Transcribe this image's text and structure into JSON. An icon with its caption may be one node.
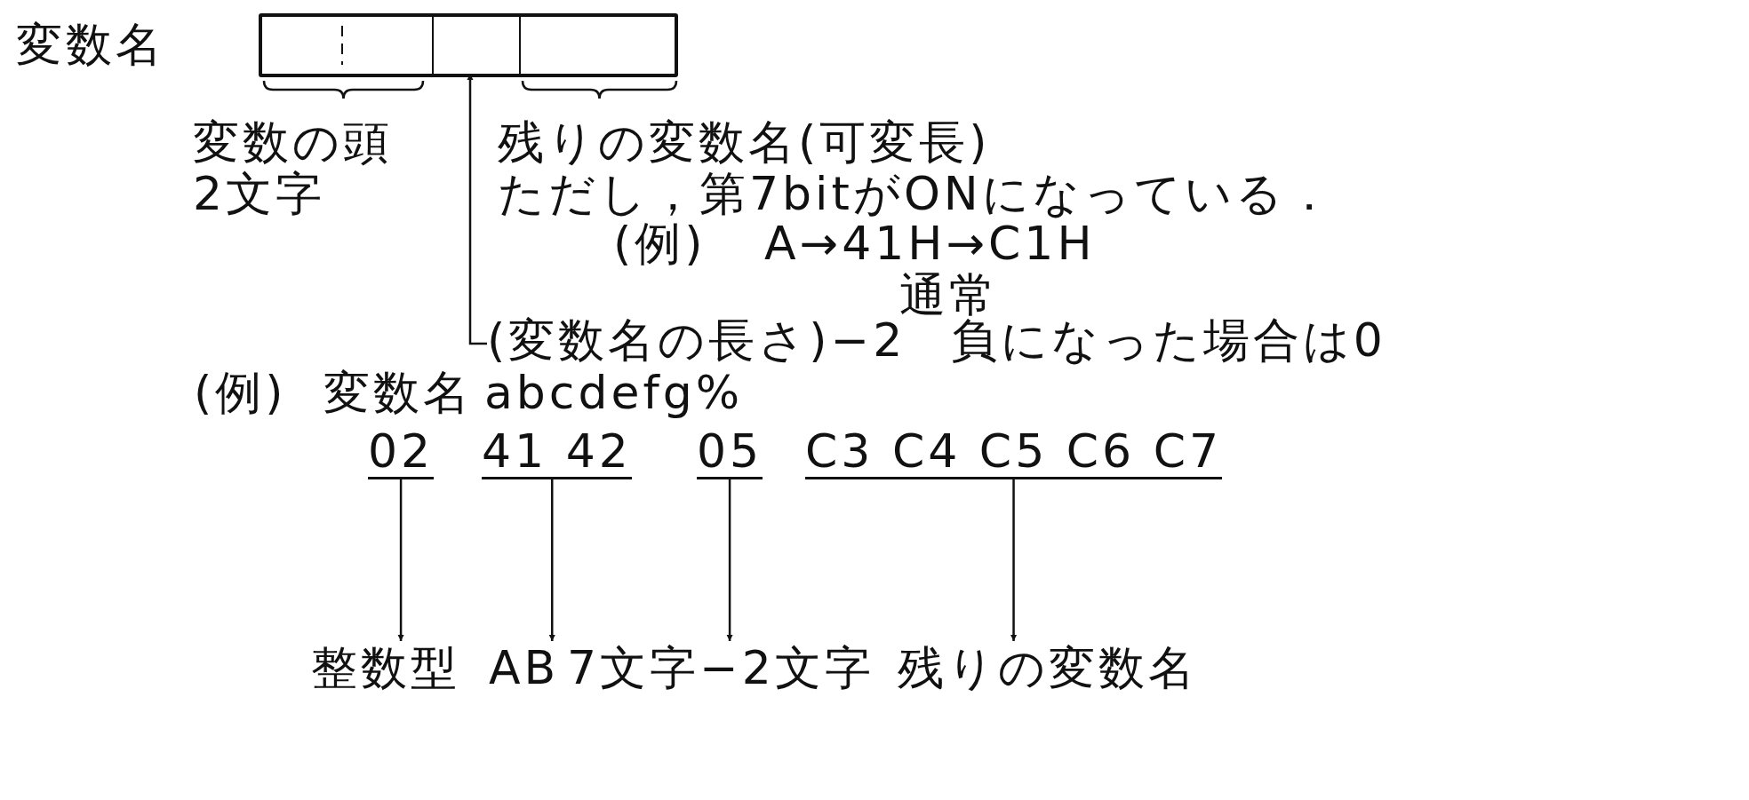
{
  "diagram": {
    "nodes": [
      {
        "text": [],
        "shape": "box",
        "beside": [
          "変数名"
        ]
      },
      {
        "text": [],
        "shape": "box",
        "in": 0
      },
      {
        "text": [],
        "shape": "box",
        "in": 0
      },
      {
        "text": [],
        "shape": "box",
        "in": 0
      },
      {
        "text": [
          "(変数名の長さ)−2 負になった場合は0"
        ]
      },
      {
        "text": [
          "02"
        ]
      },
      {
        "text": [
          "41 42"
        ]
      },
      {
        "text": [
          "05"
        ]
      },
      {
        "text": [
          "C3 C4 C5 C6 C7"
        ]
      },
      {
        "text": [
          "整数型"
        ]
      },
      {
        "text": [
          "AB"
        ]
      },
      {
        "text": [
          "7文字−2文字"
        ]
      },
      {
        "text": [
          "残りの変数名"
        ]
      }
    ],
    "edges": [
      {
        "from": 4,
        "to": 2,
        "arrow": "to"
      },
      {
        "from": 5,
        "to": 9,
        "arrow": "to"
      },
      {
        "from": 6,
        "to": 10,
        "arrow": "to"
      },
      {
        "from": 7,
        "to": 11,
        "arrow": "to"
      },
      {
        "from": 8,
        "to": 12,
        "arrow": "to"
      }
    ],
    "labels": [
      "変数の頭",
      "2文字",
      "残りの変数名(可変長)",
      "ただし，第7bitがONになっている．",
      "(例)",
      "A→41H→C1H",
      "通常",
      "(例)",
      "変数名",
      "abcdefg%"
    ]
  }
}
